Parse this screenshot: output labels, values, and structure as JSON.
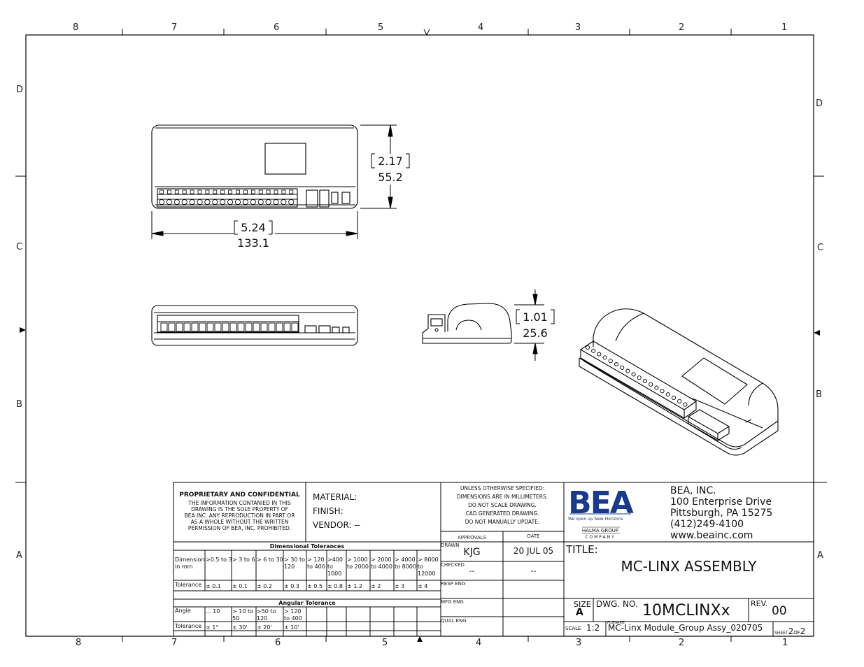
{
  "zones": {
    "columns": [
      "8",
      "7",
      "6",
      "5",
      "4",
      "3",
      "2",
      "1"
    ],
    "rows": [
      "D",
      "C",
      "B",
      "A"
    ]
  },
  "dimensions": {
    "height_in": "2.17",
    "height_mm": "55.2",
    "width_in": "5.24",
    "width_mm": "133.1",
    "depth_in": "1.01",
    "depth_mm": "25.6"
  },
  "proprietary": {
    "heading": "PROPRIETARY AND CONFIDENTIAL",
    "lines": [
      "THE INFORMATION CONTANIED IN THIS",
      "DRAWING IS THE SOLE PROPERTY OF",
      "BEA INC. ANY REPRODUCTION IN PART OR",
      "AS A WHOLE WITHOUT THE WRITTEN",
      "PERMISSION OF BEA, INC. PROHIBITED."
    ]
  },
  "material": {
    "material": "MATERIAL:",
    "finish": "FINISH:",
    "vendor": "VENDOR: --"
  },
  "notes": [
    "UNLESS OTHERWISE SPECIFIED:",
    "DIMENSIONS ARE IN MILLIMETERS.",
    "DO NOT SCALE DRAWING.",
    "CAD GENERATED DRAWING.",
    "DO NOT MANUALLY UPDATE."
  ],
  "approvals": {
    "col_approvals": "APPROVALS",
    "col_date": "DATE",
    "drawn_label": "DRAWN",
    "drawn_by": "KJG",
    "drawn_date": "20 JUL 05",
    "checked_label": "CHECKED",
    "checked_by": "--",
    "checked_date": "--",
    "resp_label": "RESP ENG",
    "mfg_label": "MFG ENG",
    "qual_label": "QUAL ENG"
  },
  "company": {
    "logo_text": "BEA",
    "tagline": "We open up New Horizons",
    "group_line1": "HALMA GROUP",
    "group_line2": "COMPANY",
    "name": "BEA, INC.",
    "street": "100 Enterprise Drive",
    "city": "Pittsburgh, PA  15275",
    "phone": "(412)249-4100",
    "web": "www.beainc.com"
  },
  "title_block": {
    "title_label": "TITLE:",
    "title": "MC-LINX ASSEMBLY",
    "size_label": "SIZE",
    "size": "A",
    "dwg_label": "DWG. NO.",
    "dwg_no": "10MCLINXx",
    "rev_label": "REV.",
    "rev": "00",
    "scale_label": "SCALE",
    "scale": "1:2",
    "filename_label": "FILENAME",
    "filename": "MC-Linx Module_Group Assy_020705",
    "sheet_label": "SHEET",
    "sheet": "2",
    "of_label": "OF",
    "of": "2"
  },
  "dim_tol": {
    "title": "Dimensional Tolerances",
    "row1_label": [
      "Dimension",
      "in mm"
    ],
    "ranges": [
      [
        ">0.5 to 3"
      ],
      [
        "> 3 to 6"
      ],
      [
        "> 6 to 30"
      ],
      [
        "> 30 to",
        "120"
      ],
      [
        "> 120",
        "to 400"
      ],
      [
        ">400",
        "to",
        "1000"
      ],
      [
        "> 1000",
        "to 2000"
      ],
      [
        "> 2000",
        "to 4000"
      ],
      [
        "> 4000",
        "to 8000"
      ],
      [
        "> 8000",
        "to",
        "12000"
      ]
    ],
    "tol_label": "Tolerance",
    "tols": [
      "± 0.1",
      "± 0.1",
      "± 0.2",
      "± 0.3",
      "± 0.5",
      "± 0.8",
      "± 1.2",
      "± 2",
      "± 3",
      "± 4"
    ]
  },
  "ang_tol": {
    "title": "Angular Tolerance",
    "angle_label": "Angle",
    "ranges": [
      [
        "... 10"
      ],
      [
        "> 10 to",
        "50"
      ],
      [
        ">50 to",
        "120"
      ],
      [
        "> 120",
        "to 400"
      ]
    ],
    "tol_label": "Tolerance",
    "tols": [
      "± 1°",
      "± 30'",
      "± 20'",
      "± 10'"
    ]
  }
}
